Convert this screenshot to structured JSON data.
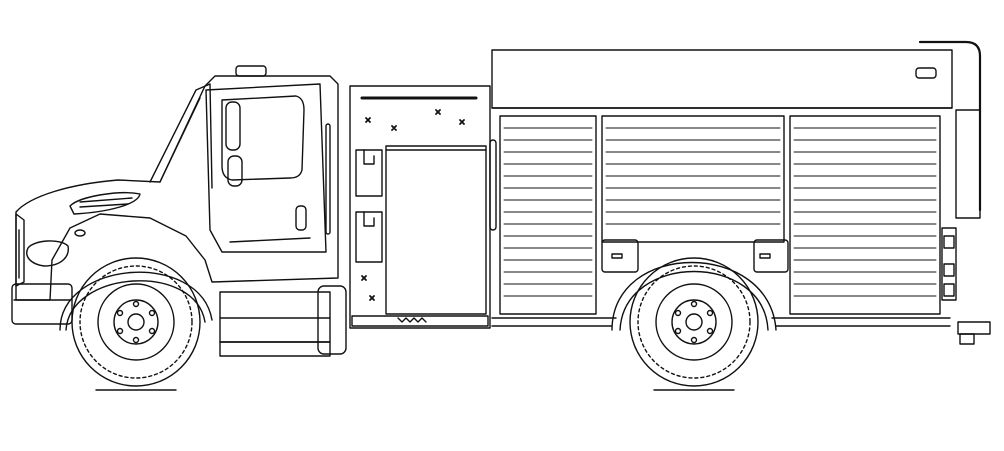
{
  "drawing": {
    "subject": "fire-apparatus-side-elevation",
    "line_color": "#111111",
    "background_color": "#ffffff"
  },
  "vehicle": {
    "wheel_count_visible": 2,
    "rear_compartment_roll_up_doors": 3,
    "front_compartment_door_handles": 2
  }
}
